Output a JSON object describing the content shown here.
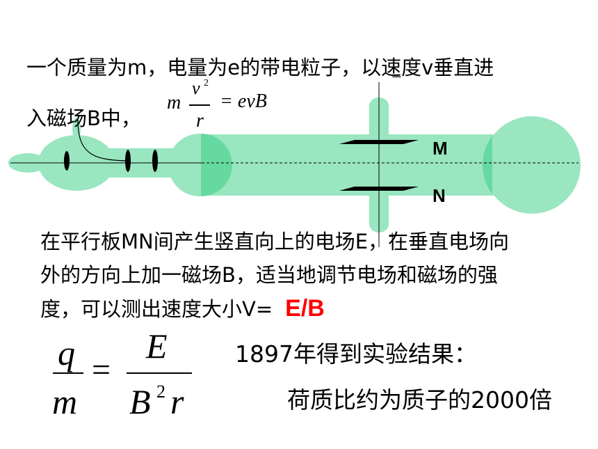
{
  "intro": {
    "line1": "一个质量为m，电量为e的带电粒子，以速度v垂直进",
    "line2": "入磁场B中，"
  },
  "formula_small": {
    "m": "m",
    "v": "v",
    "exp": "2",
    "r": "r",
    "rhs": "= evB"
  },
  "apparatus": {
    "label_m": "M",
    "label_n": "N",
    "minus_sign": "−",
    "plus_sign": "+",
    "tube_color": "#99e6c0",
    "plate_color": "#000000"
  },
  "explanation": {
    "line1": "在平行板MN间产生竖直向上的电场E，在垂直电场向",
    "line2": "外的方向上加一磁场B，适当地调节电场和磁场的强",
    "line3": "度，可以测出速度大小V=",
    "answer": "E/B",
    "answer_color": "#ff0000"
  },
  "formula_large": {
    "q": "q",
    "m": "m",
    "eq": "=",
    "E": "E",
    "B": "B",
    "exp": "2",
    "r": "r"
  },
  "result": {
    "line1": "1897年得到实验结果：",
    "line2": "荷质比约为质子的2000倍"
  }
}
